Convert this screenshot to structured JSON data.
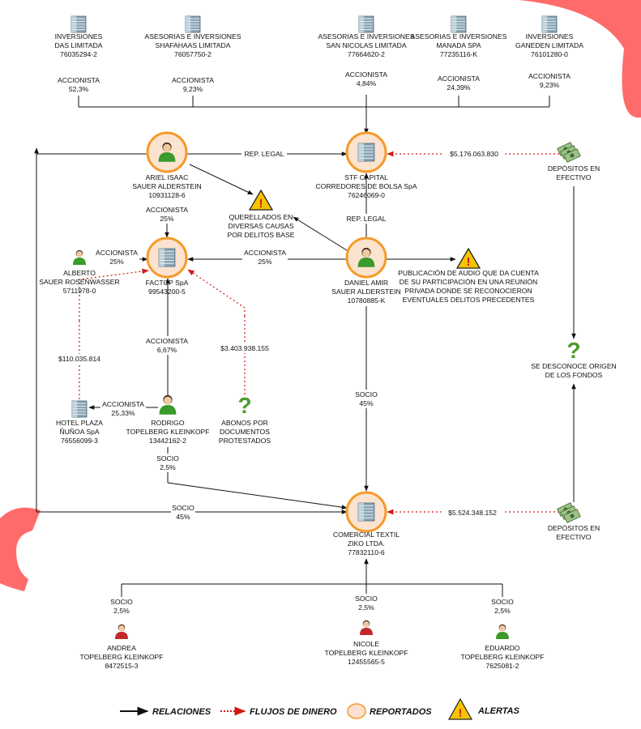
{
  "colors": {
    "reported_ring": "#f49a2a",
    "money_flow": "#d01818",
    "relation": "#111111",
    "alert": "#f5c400",
    "decor": "#ff6b6b",
    "building": "#8aa4b4",
    "person": "#3a9a2a",
    "person_female": "#c0282c"
  },
  "nodes": {
    "inv_das": {
      "icon": "building-icon",
      "lines": [
        "INVERSIONES",
        "DAS LIMITADA",
        "76035294-2"
      ]
    },
    "shafahaas": {
      "icon": "building-icon",
      "lines": [
        "ASESORIAS E INVERSIONES",
        "SHAFAHAAS LIMITADA",
        "76057750-2"
      ]
    },
    "san_nicolas": {
      "icon": "building-icon",
      "lines": [
        "ASESORIAS E INVERSIONES",
        "SAN NICOLAS LIMITADA",
        "77664620-2"
      ]
    },
    "manada": {
      "icon": "building-icon",
      "lines": [
        "ASESORIAS E INVERSIONES",
        "MANADA SPA",
        "77235116-K"
      ]
    },
    "ganeden": {
      "icon": "building-icon",
      "lines": [
        "INVERSIONES",
        "GANEDEN LIMITADA",
        "76101280-0"
      ]
    },
    "ariel": {
      "icon": "person-icon",
      "lines": [
        "ARIEL ISAAC",
        "SAUER ALDERSTEIN",
        "10931128-6"
      ]
    },
    "stf": {
      "icon": "building-icon",
      "lines": [
        "STF CAPITAL",
        "CORREDORES DE BOLSA SpA",
        "76246069-0"
      ]
    },
    "dep1": {
      "icon": "cash-icon",
      "lines": [
        "DEPÓSITOS EN",
        "EFECTIVO"
      ]
    },
    "alerta1": {
      "icon": "warning-icon",
      "lines": [
        "QUERELLADOS EN",
        "DIVERSAS CAUSAS",
        "POR DELITOS BASE"
      ]
    },
    "alberto": {
      "icon": "person-icon",
      "lines": [
        "ALBERTO",
        "SAUER ROSENWASSER",
        "5711978-0"
      ]
    },
    "factop": {
      "icon": "building-icon",
      "lines": [
        "FACTOP SpA",
        "99543200-5"
      ]
    },
    "daniel": {
      "icon": "person-icon",
      "lines": [
        "DANIEL AMIR",
        "SAUER ALDERSTEIN",
        "10780885-K"
      ]
    },
    "alerta2": {
      "icon": "warning-icon",
      "lines": [
        "PUBLICACIÓN DE AUDIO QUE DA CUENTA",
        "DE SU PARTICIPACIÓN EN UNA REUNIÓN",
        "PRIVADA DONDE SE RECONOCIERON",
        "EVENTUALES DELITOS PRECEDENTES"
      ]
    },
    "unknown": {
      "icon": "question-icon",
      "lines": [
        "SE DESCONOCE ORIGEN",
        "DE LOS FONDOS"
      ]
    },
    "hotel": {
      "icon": "building-icon",
      "lines": [
        "HOTEL PLAZA",
        "ÑUÑOA SpA",
        "76556099-3"
      ]
    },
    "rodrigo": {
      "icon": "person-icon",
      "lines": [
        "RODRIGO",
        "TOPELBERG KLEINKOPF",
        "13442162-2"
      ]
    },
    "abonos": {
      "icon": "question-icon",
      "lines": [
        "ABONOS POR",
        "DOCUMENTOS",
        "PROTESTADOS"
      ]
    },
    "comercial": {
      "icon": "building-icon",
      "lines": [
        "COMERCIAL TEXTIL",
        "ZIKO LTDA.",
        "77832110-6"
      ]
    },
    "dep2": {
      "icon": "cash-icon",
      "lines": [
        "DEPÓSITOS EN",
        "EFECTIVO"
      ]
    },
    "andrea": {
      "icon": "person-icon",
      "lines": [
        "ANDREA",
        "TOPELBERG KLEINKOPF",
        "8472515-3"
      ]
    },
    "nicole": {
      "icon": "person-icon",
      "lines": [
        "NICOLE",
        "TOPELBERG KLEINKOPF",
        "12455565-5"
      ]
    },
    "eduardo": {
      "icon": "person-icon",
      "lines": [
        "EDUARDO",
        "TOPELBERG KLEINKOPF",
        "7625081-2"
      ]
    }
  },
  "edge_labels": {
    "acc_das": [
      "ACCIONISTA",
      "52,3%"
    ],
    "acc_shafahaas": [
      "ACCIONISTA",
      "9,23%"
    ],
    "acc_san_nicolas": [
      "ACCIONISTA",
      "4,84%"
    ],
    "acc_manada": [
      "ACCIONISTA",
      "24,39%"
    ],
    "acc_ganeden": [
      "ACCIONISTA",
      "9,23%"
    ],
    "rep_legal_ariel": [
      "REP. LEGAL"
    ],
    "money_dep1": [
      "$5.176.063.830"
    ],
    "acc_ariel": [
      "ACCIONISTA",
      "25%"
    ],
    "rep_legal_daniel": [
      "REP. LEGAL"
    ],
    "acc_alberto": [
      "ACCIONISTA",
      "25%"
    ],
    "acc_daniel": [
      "ACCIONISTA",
      "25%"
    ],
    "money_hotel": [
      "$110.035.814"
    ],
    "acc_rodrigo": [
      "ACCIONISTA",
      "6,67%"
    ],
    "money_abonos": [
      "$3.403.938.155"
    ],
    "socio_daniel": [
      "SOCIO",
      "45%"
    ],
    "acc_hotel": [
      "ACCIONISTA",
      "25,33%"
    ],
    "socio_rodrigo": [
      "SOCIO",
      "2,5%"
    ],
    "socio_ariel": [
      "SOCIO",
      "45%"
    ],
    "money_dep2": [
      "$5.524.348.152"
    ],
    "socio_andrea": [
      "SOCIO",
      "2,5%"
    ],
    "socio_nicole": [
      "SOCIO",
      "2,5%"
    ],
    "socio_eduardo": [
      "SOCIO",
      "2,5%"
    ]
  },
  "legend": {
    "relations": "RELACIONES",
    "money_flows": "FLUJOS DE DINERO",
    "reported": "REPORTADOS",
    "alerts": "ALERTAS"
  }
}
